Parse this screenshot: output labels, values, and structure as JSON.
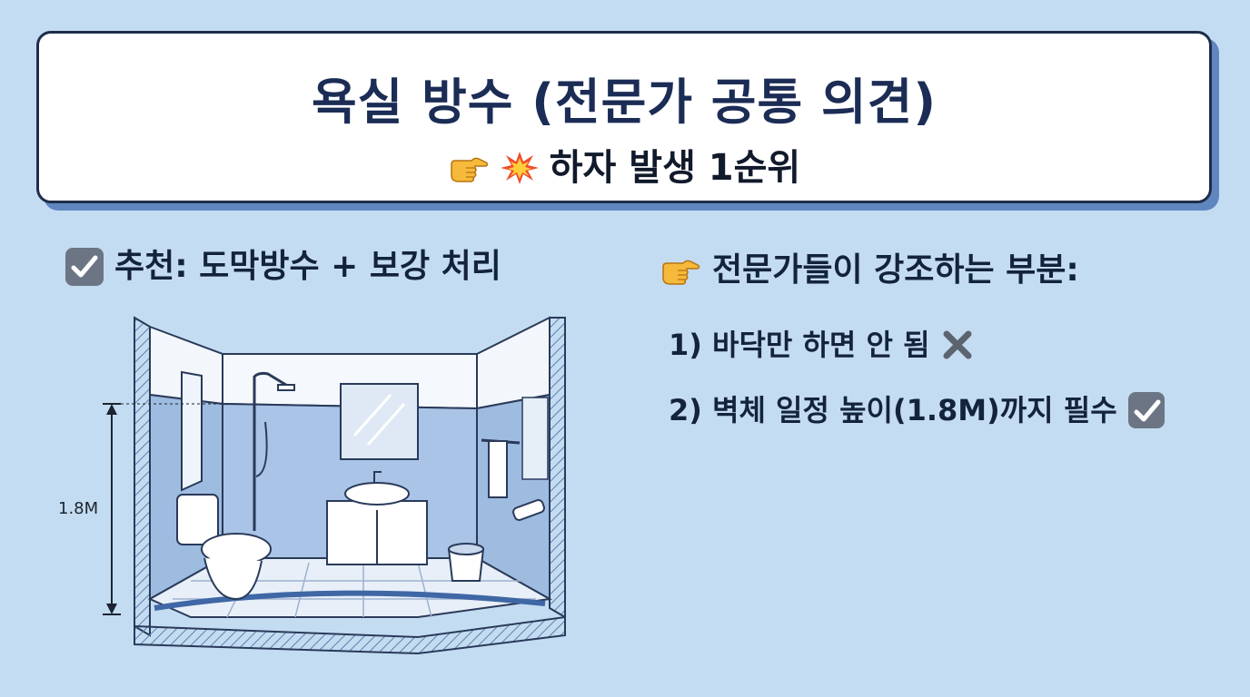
{
  "header": {
    "title": "욕실 방수 (전문가 공통 의견)",
    "subtitle": "하자 발생 1순위",
    "subtitle_icons": [
      "pointing-hand-icon",
      "explosion-icon"
    ]
  },
  "recommendation": {
    "icon": "check-box-icon",
    "text": "추천: 도막방수 + 보강 처리"
  },
  "illustration": {
    "height_label": "1.8M"
  },
  "experts": {
    "icon": "pointing-hand-icon",
    "heading": "전문가들이 강조하는 부분:",
    "points": [
      {
        "text": "1) 바닥만 하면 안 됨",
        "icon": "cross-icon"
      },
      {
        "text": "2) 벽체 일정 높이(1.8M)까지 필수",
        "icon": "check-box-icon"
      }
    ]
  },
  "colors": {
    "background": "#c4dcf1",
    "card_shadow": "#5f86bf",
    "title_text": "#1b2c55",
    "waterproof_blue": "#8fb0d8",
    "check_box": "#6b7584"
  }
}
